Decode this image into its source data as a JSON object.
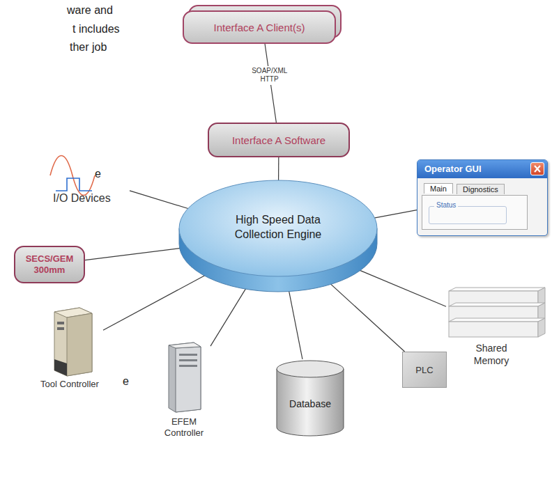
{
  "diagram": {
    "nodes": [
      {
        "text": [
          "Interface A Client(s)"
        ]
      },
      {
        "text": [
          "Interface A Software"
        ]
      },
      {
        "text": [
          "High Speed Data Collection Engine"
        ]
      },
      {
        "text": [
          "I/O Devices"
        ]
      },
      {
        "text": [
          "Operator GUI",
          "Main",
          "Dignostics",
          "Status"
        ]
      },
      {
        "text": [
          "SECS/GEM 300mm"
        ]
      },
      {
        "text": [
          "Shared Memory"
        ]
      },
      {
        "text": [
          "PLC"
        ]
      },
      {
        "text": [
          "Tool Controller"
        ]
      },
      {
        "text": [
          "EFEM Controller"
        ]
      },
      {
        "text": [
          "Database"
        ]
      }
    ],
    "edges": [
      {
        "from": 0,
        "to": 1,
        "arrow": "none",
        "label": "SOAP/XML HTTP"
      },
      {
        "from": 1,
        "to": 2,
        "arrow": "none"
      },
      {
        "from": 2,
        "to": 3,
        "arrow": "none"
      },
      {
        "from": 2,
        "to": 4,
        "arrow": "none"
      },
      {
        "from": 2,
        "to": 5,
        "arrow": "none"
      },
      {
        "from": 2,
        "to": 6,
        "arrow": "none"
      },
      {
        "from": 2,
        "to": 7,
        "arrow": "none"
      },
      {
        "from": 2,
        "to": 8,
        "arrow": "none"
      },
      {
        "from": 2,
        "to": 9,
        "arrow": "none"
      },
      {
        "from": 2,
        "to": 10,
        "arrow": "none"
      }
    ],
    "labels": [
      "ware and",
      "t includes",
      "ther job",
      "e",
      "e"
    ]
  }
}
